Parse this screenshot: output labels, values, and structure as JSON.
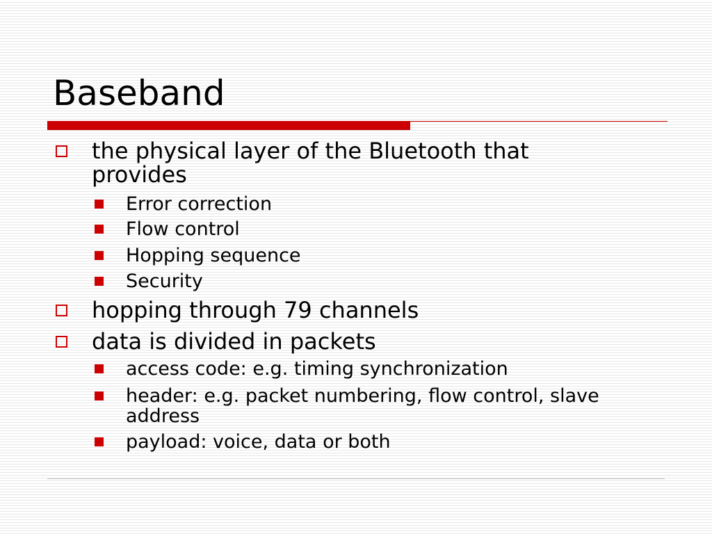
{
  "slide": {
    "title": "Baseband",
    "accent_color": "#cc0000",
    "bullets": [
      {
        "text": "the physical layer of the Bluetooth that provides",
        "sub": [
          {
            "text": "Error correction"
          },
          {
            "text": "Flow control"
          },
          {
            "text": "Hopping sequence"
          },
          {
            "text": "Security"
          }
        ]
      },
      {
        "text": "hopping through 79 channels",
        "sub": []
      },
      {
        "text": "data is divided in packets",
        "sub": [
          {
            "text": "access code: e.g. timing synchronization"
          },
          {
            "text": "header: e.g. packet numbering, flow control, slave address"
          },
          {
            "text": "payload: voice, data or both"
          }
        ]
      }
    ]
  }
}
